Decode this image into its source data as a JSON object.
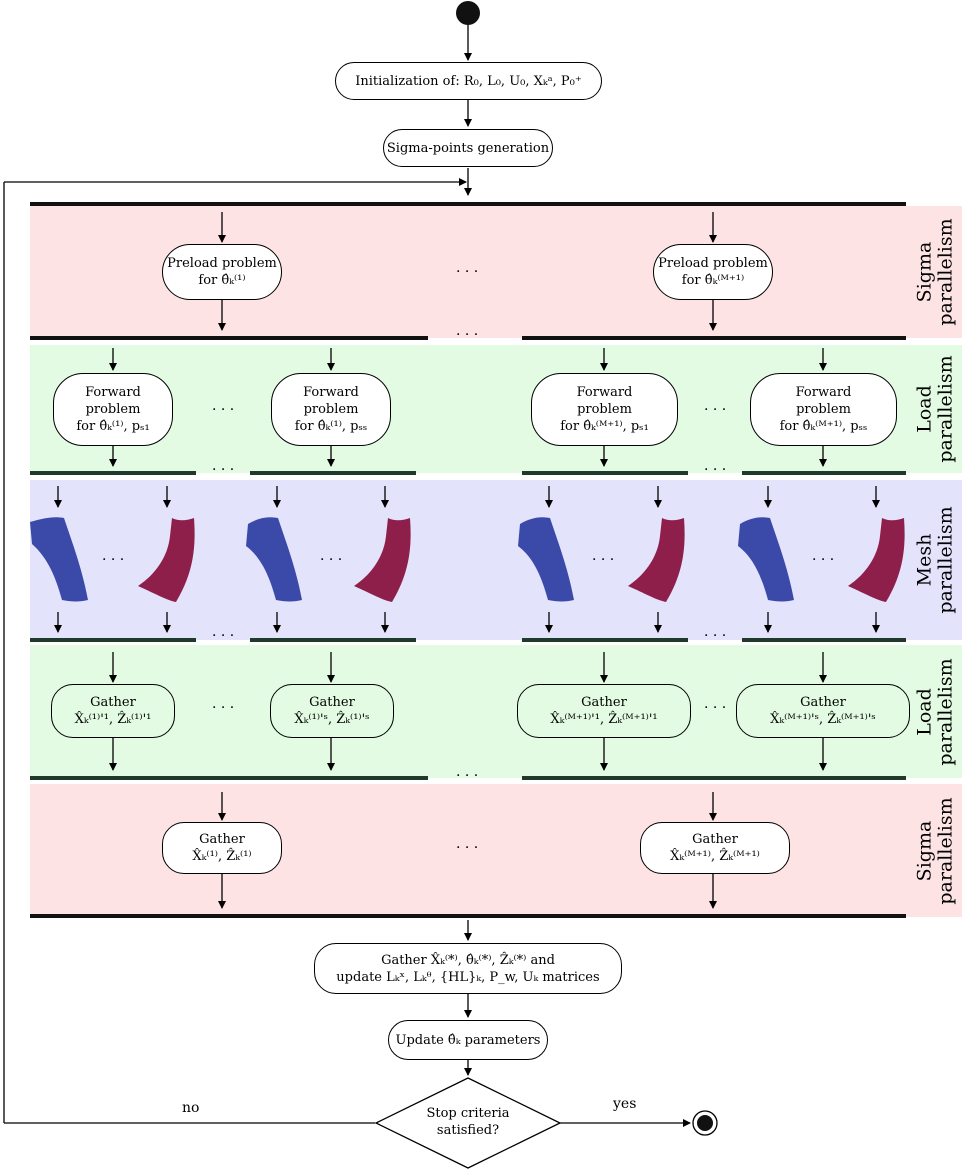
{
  "top": {
    "init": "Initialization of: R₀, L₀, U₀, Xₖᵃ, P₀⁺",
    "sigma_gen": "Sigma-points generation"
  },
  "side_labels": {
    "sigma_1": [
      "Sigma",
      "parallelism"
    ],
    "load_1": [
      "Load",
      "parallelism"
    ],
    "mesh": [
      "Mesh",
      "parallelism"
    ],
    "load_2": [
      "Load",
      "parallelism"
    ],
    "sigma_2": [
      "Sigma",
      "parallelism"
    ]
  },
  "preload": {
    "left": [
      "Preload problem",
      "for θ̂ₖ⁽¹⁾"
    ],
    "right": [
      "Preload problem",
      "for θ̂ₖ⁽ᴹ⁺¹⁾"
    ]
  },
  "forward": {
    "n1": [
      "Forward",
      "problem",
      "for θ̂ₖ⁽¹⁾, pₛ₁"
    ],
    "n2": [
      "Forward",
      "problem",
      "for θ̂ₖ⁽¹⁾, pₛₛ"
    ],
    "n3": [
      "Forward",
      "problem",
      "for θ̂ₖ⁽ᴹ⁺¹⁾, pₛ₁"
    ],
    "n4": [
      "Forward",
      "problem",
      "for θ̂ₖ⁽ᴹ⁺¹⁾, pₛₛ"
    ]
  },
  "gather_load": {
    "n1": [
      "Gather",
      "X̂ₖ⁽¹⁾'¹, Ẑₖ⁽¹⁾'¹"
    ],
    "n2": [
      "Gather",
      "X̂ₖ⁽¹⁾'ˢ, Ẑₖ⁽¹⁾'ˢ"
    ],
    "n3": [
      "Gather",
      "X̂ₖ⁽ᴹ⁺¹⁾'¹, Ẑₖ⁽ᴹ⁺¹⁾'¹"
    ],
    "n4": [
      "Gather",
      "X̂ₖ⁽ᴹ⁺¹⁾'ˢ, Ẑₖ⁽ᴹ⁺¹⁾'ˢ"
    ]
  },
  "gather_sigma": {
    "left": [
      "Gather",
      "X̂ₖ⁽¹⁾, Ẑₖ⁽¹⁾"
    ],
    "right": [
      "Gather",
      "X̂ₖ⁽ᴹ⁺¹⁾, Ẑₖ⁽ᴹ⁺¹⁾"
    ]
  },
  "bottom": {
    "update_1": [
      "Gather X̂ₖ⁽*⁾, θ̂ₖ⁽*⁾, Ẑₖ⁽*⁾ and",
      "update Lₖˣ, Lₖᶿ, {HL}ₖ, P_w, Uₖ matrices"
    ],
    "update_2": "Update θ̂ₖ parameters",
    "decision": [
      "Stop criteria",
      "satisfied?"
    ],
    "no": "no",
    "yes": "yes"
  },
  "ellipsis": "· · ·",
  "colors": {
    "sigma_band": "#fde3e3",
    "load_band": "#e3fbe3",
    "mesh_band": "#e3e3fb",
    "blue_mesh": "#3b4aa8",
    "red_mesh": "#8e1f4a"
  }
}
